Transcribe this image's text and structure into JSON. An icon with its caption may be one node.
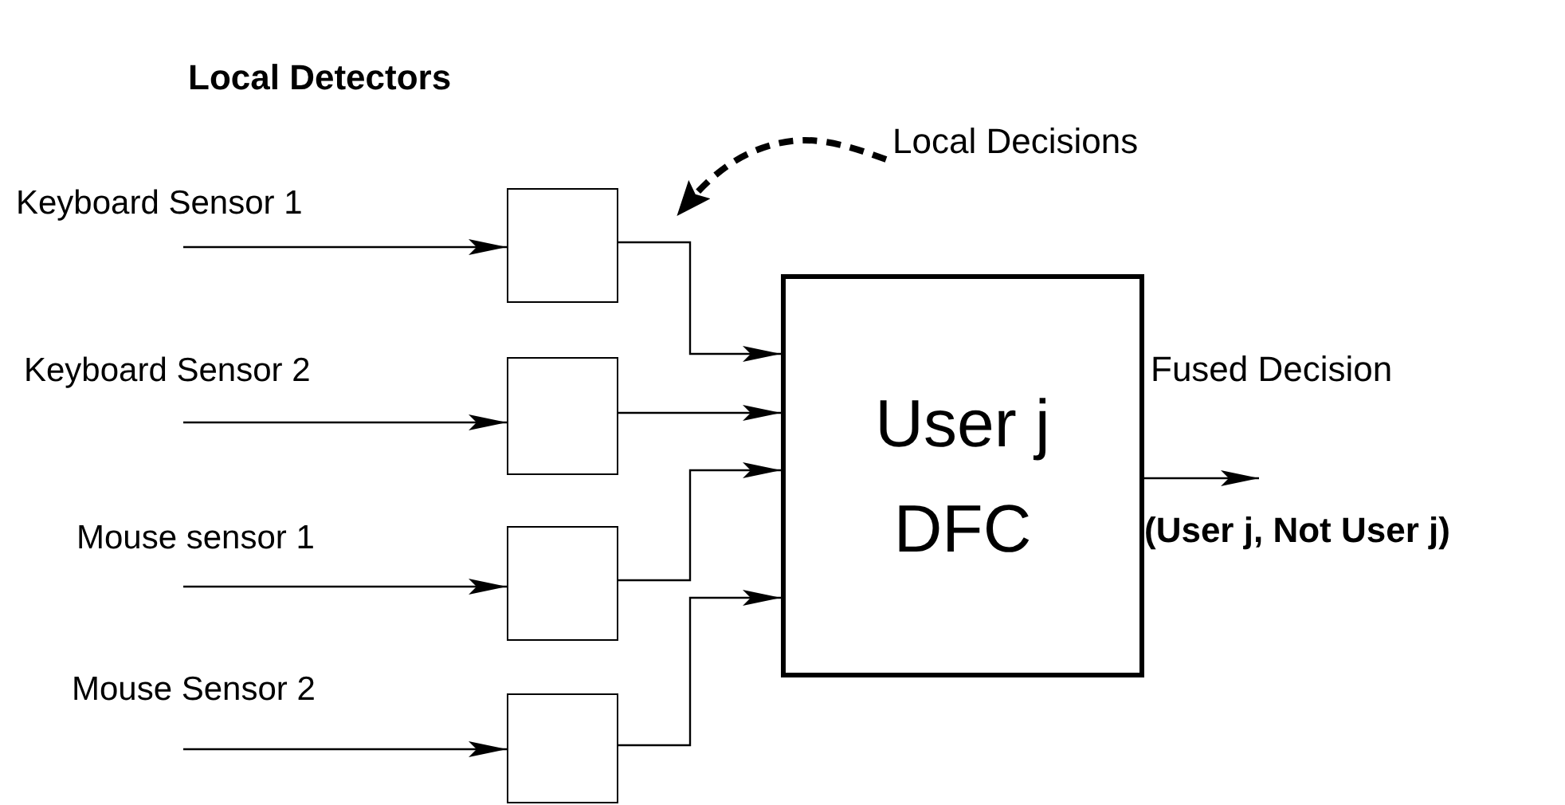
{
  "diagram": {
    "title": "Local Detectors",
    "nodes": [
      {
        "text": [
          "Local Decisions"
        ]
      },
      {
        "text": [],
        "shape": "box"
      },
      {
        "text": [],
        "shape": "box"
      },
      {
        "text": [],
        "shape": "box"
      },
      {
        "text": [],
        "shape": "box"
      },
      {
        "text": [
          "User j DFC"
        ]
      }
    ],
    "edges": [
      {
        "from": null,
        "to": 1,
        "arrow": "to"
      },
      {
        "from": null,
        "to": 2,
        "arrow": "to"
      },
      {
        "from": null,
        "to": 3,
        "arrow": "to"
      },
      {
        "from": null,
        "to": 4,
        "arrow": "to"
      },
      {
        "from": 1,
        "to": 5,
        "arrow": "to"
      },
      {
        "from": 2,
        "to": 5,
        "arrow": "to"
      },
      {
        "from": 3,
        "to": 5,
        "arrow": "to"
      },
      {
        "from": 4,
        "to": 5,
        "arrow": "to"
      },
      {
        "from": 5,
        "to": null,
        "arrow": "to"
      },
      {
        "from": 0,
        "to": null,
        "arrow": "to",
        "style": "dashed"
      }
    ],
    "labels": [
      "Keyboard Sensor 1",
      "Keyboard Sensor 2",
      "Fused Decision",
      "Mouse sensor 1",
      "(User j, Not User j)",
      "Mouse Sensor 2"
    ]
  }
}
